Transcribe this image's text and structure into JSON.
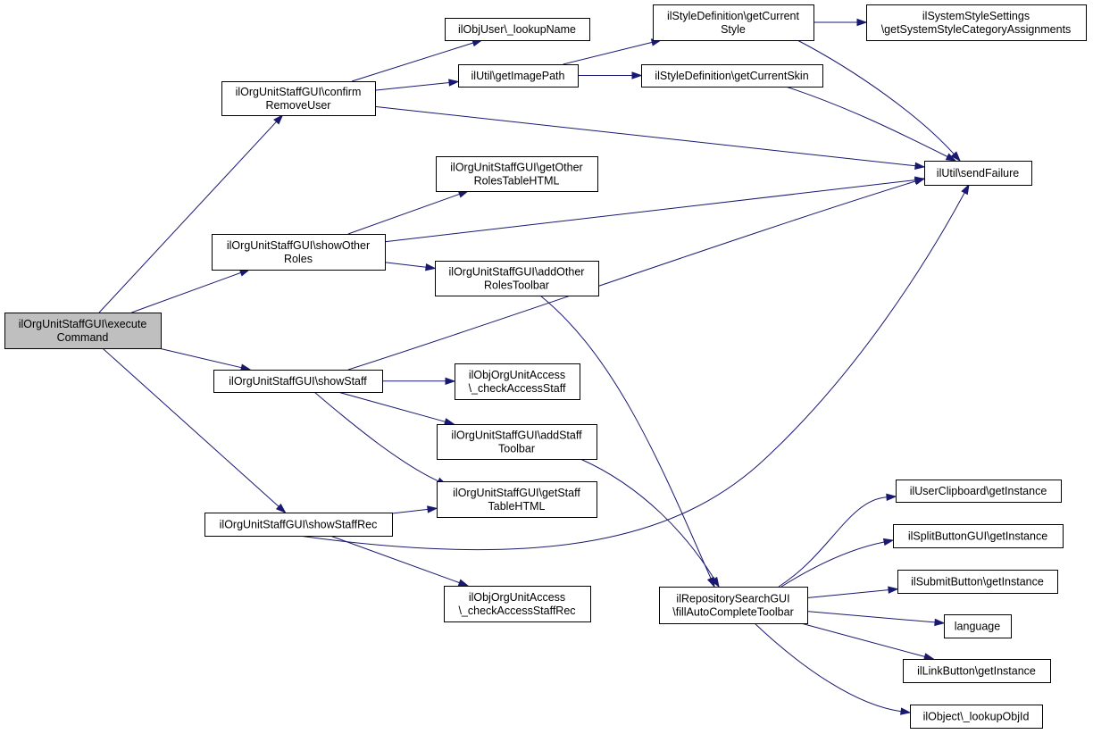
{
  "colors": {
    "edge": "#191970",
    "root_fill": "#bfbfbf",
    "node_fill": "#ffffff",
    "border": "#000000"
  },
  "nodes": [
    {
      "id": "exec",
      "lines": [
        "ilOrgUnitStaffGUI\\execute",
        "Command"
      ],
      "root": true
    },
    {
      "id": "confirm",
      "lines": [
        "ilOrgUnitStaffGUI\\confirm",
        "RemoveUser"
      ]
    },
    {
      "id": "showOther",
      "lines": [
        "ilOrgUnitStaffGUI\\showOther",
        "Roles"
      ]
    },
    {
      "id": "showStaff",
      "lines": [
        "ilOrgUnitStaffGUI\\showStaff"
      ]
    },
    {
      "id": "showStaffRec",
      "lines": [
        "ilOrgUnitStaffGUI\\showStaffRec"
      ]
    },
    {
      "id": "lookupName",
      "lines": [
        "ilObjUser\\_lookupName"
      ]
    },
    {
      "id": "getImagePath",
      "lines": [
        "ilUtil\\getImagePath"
      ]
    },
    {
      "id": "getCurrentStyle",
      "lines": [
        "ilStyleDefinition\\getCurrent",
        "Style"
      ]
    },
    {
      "id": "getCurrentSkin",
      "lines": [
        "ilStyleDefinition\\getCurrentSkin"
      ]
    },
    {
      "id": "sysStyle",
      "lines": [
        "ilSystemStyleSettings",
        "\\getSystemStyleCategoryAssignments"
      ]
    },
    {
      "id": "sendFailure",
      "lines": [
        "ilUtil\\sendFailure"
      ]
    },
    {
      "id": "getOtherRoles",
      "lines": [
        "ilOrgUnitStaffGUI\\getOther",
        "RolesTableHTML"
      ]
    },
    {
      "id": "addOtherRoles",
      "lines": [
        "ilOrgUnitStaffGUI\\addOther",
        "RolesToolbar"
      ]
    },
    {
      "id": "checkAccessStaff",
      "lines": [
        "ilObjOrgUnitAccess",
        "\\_checkAccessStaff"
      ]
    },
    {
      "id": "addStaffToolbar",
      "lines": [
        "ilOrgUnitStaffGUI\\addStaff",
        "Toolbar"
      ]
    },
    {
      "id": "getStaffTable",
      "lines": [
        "ilOrgUnitStaffGUI\\getStaff",
        "TableHTML"
      ]
    },
    {
      "id": "checkAccessStaffRec",
      "lines": [
        "ilObjOrgUnitAccess",
        "\\_checkAccessStaffRec"
      ]
    },
    {
      "id": "fillAuto",
      "lines": [
        "ilRepositorySearchGUI",
        "\\fillAutoCompleteToolbar"
      ]
    },
    {
      "id": "userClipboard",
      "lines": [
        "ilUserClipboard\\getInstance"
      ]
    },
    {
      "id": "splitButton",
      "lines": [
        "ilSplitButtonGUI\\getInstance"
      ]
    },
    {
      "id": "submitButton",
      "lines": [
        "ilSubmitButton\\getInstance"
      ]
    },
    {
      "id": "language",
      "lines": [
        "language"
      ]
    },
    {
      "id": "linkButton",
      "lines": [
        "ilLinkButton\\getInstance"
      ]
    },
    {
      "id": "lookupObjId",
      "lines": [
        "ilObject\\_lookupObjId"
      ]
    }
  ],
  "edges": [
    {
      "from": "exec",
      "to": "confirm"
    },
    {
      "from": "exec",
      "to": "showOther"
    },
    {
      "from": "exec",
      "to": "showStaff"
    },
    {
      "from": "exec",
      "to": "showStaffRec"
    },
    {
      "from": "confirm",
      "to": "lookupName"
    },
    {
      "from": "confirm",
      "to": "getImagePath"
    },
    {
      "from": "confirm",
      "to": "sendFailure"
    },
    {
      "from": "getImagePath",
      "to": "getCurrentStyle"
    },
    {
      "from": "getImagePath",
      "to": "getCurrentSkin"
    },
    {
      "from": "getCurrentStyle",
      "to": "sysStyle"
    },
    {
      "from": "getCurrentStyle",
      "to": "sendFailure"
    },
    {
      "from": "getCurrentSkin",
      "to": "sendFailure"
    },
    {
      "from": "showOther",
      "to": "getOtherRoles"
    },
    {
      "from": "showOther",
      "to": "sendFailure"
    },
    {
      "from": "showOther",
      "to": "addOtherRoles"
    },
    {
      "from": "addOtherRoles",
      "to": "fillAuto"
    },
    {
      "from": "showStaff",
      "to": "sendFailure"
    },
    {
      "from": "showStaff",
      "to": "checkAccessStaff"
    },
    {
      "from": "showStaff",
      "to": "addStaffToolbar"
    },
    {
      "from": "showStaff",
      "to": "getStaffTable"
    },
    {
      "from": "addStaffToolbar",
      "to": "fillAuto"
    },
    {
      "from": "showStaffRec",
      "to": "getStaffTable"
    },
    {
      "from": "showStaffRec",
      "to": "sendFailure"
    },
    {
      "from": "showStaffRec",
      "to": "checkAccessStaffRec"
    },
    {
      "from": "fillAuto",
      "to": "userClipboard"
    },
    {
      "from": "fillAuto",
      "to": "splitButton"
    },
    {
      "from": "fillAuto",
      "to": "submitButton"
    },
    {
      "from": "fillAuto",
      "to": "language"
    },
    {
      "from": "fillAuto",
      "to": "linkButton"
    },
    {
      "from": "fillAuto",
      "to": "lookupObjId"
    }
  ]
}
